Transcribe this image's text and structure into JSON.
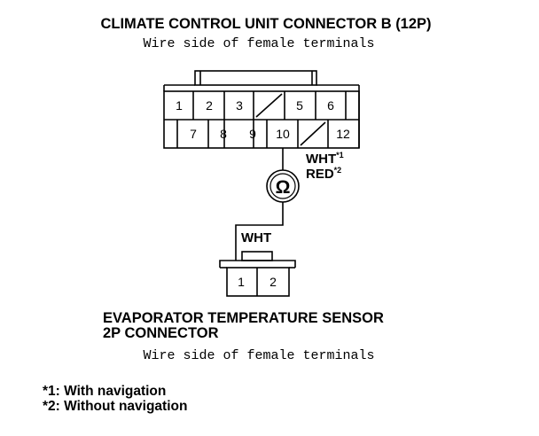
{
  "connector_b": {
    "title": "CLIMATE CONTROL UNIT CONNECTOR B (12P)",
    "subtitle": "Wire side of female terminals",
    "top_row": [
      "1",
      "2",
      "3",
      "",
      "5",
      "6"
    ],
    "bottom_row": [
      "7",
      "8",
      "9",
      "10",
      "",
      "12"
    ]
  },
  "wire_upper": {
    "color": "WHT",
    "color_note": "*1",
    "alt_color": "RED",
    "alt_note": "*2"
  },
  "meter_symbol": "Ω",
  "wire_lower": {
    "color": "WHT"
  },
  "sensor": {
    "title_line1": "EVAPORATOR TEMPERATURE SENSOR",
    "title_line2": "2P CONNECTOR",
    "subtitle": "Wire side of female terminals",
    "pins": [
      "1",
      "2"
    ]
  },
  "notes": [
    "*1: With navigation",
    "*2: Without navigation"
  ]
}
